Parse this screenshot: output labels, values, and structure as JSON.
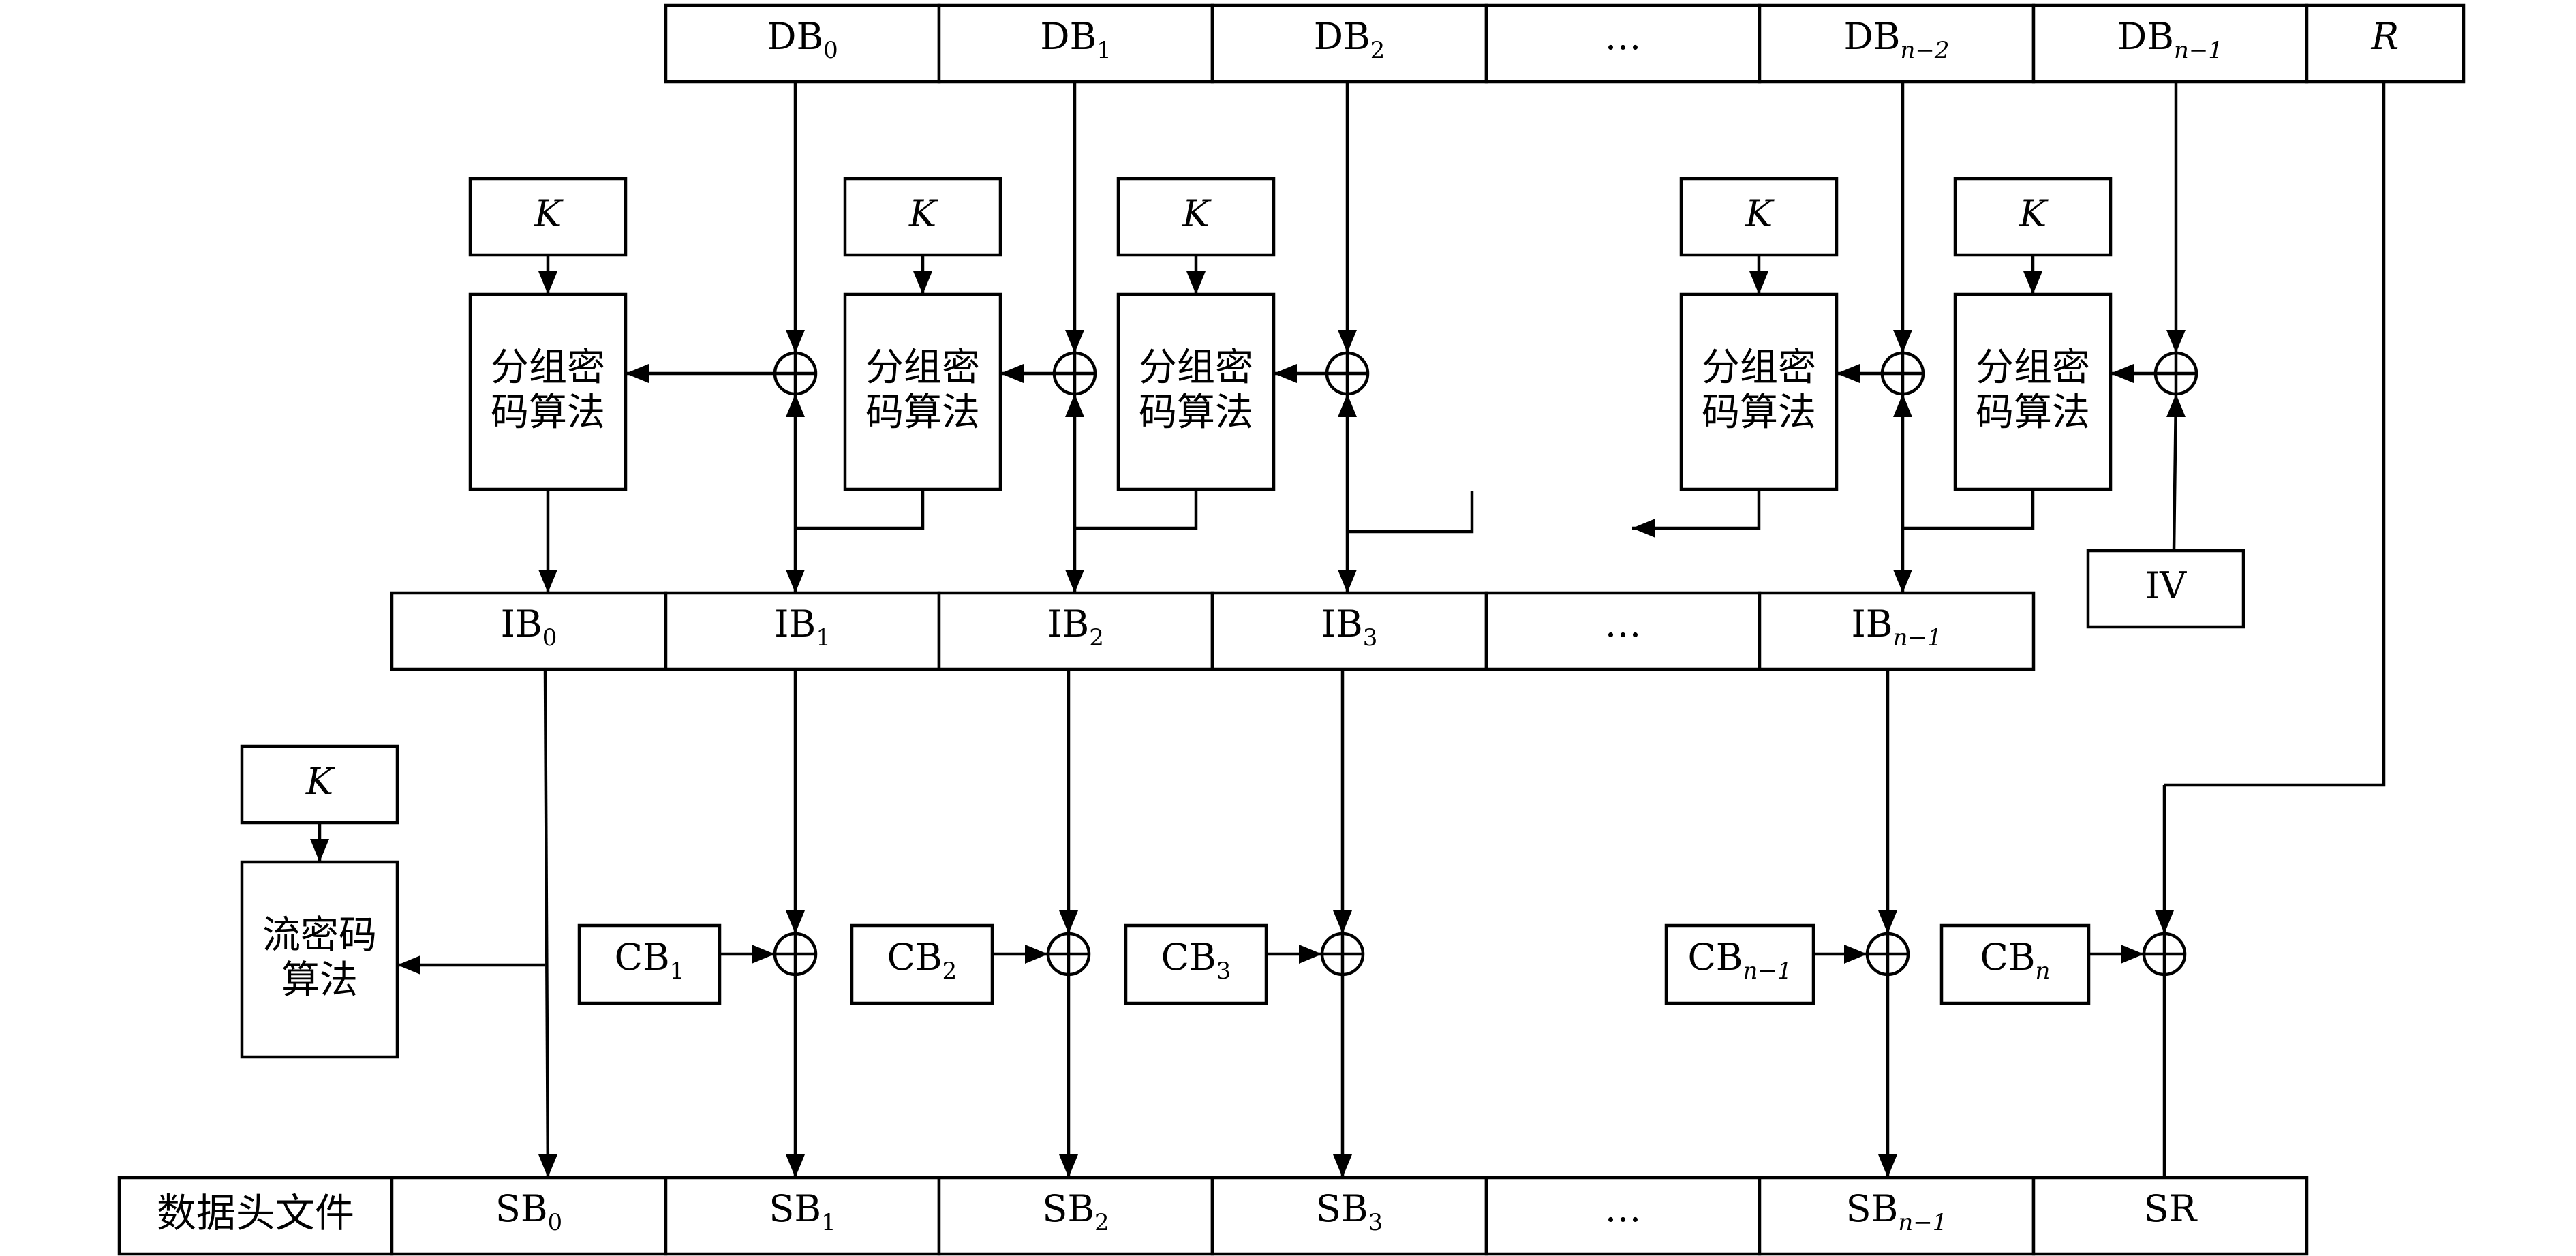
{
  "db_row": {
    "cells": [
      {
        "base": "DB",
        "sub": "0"
      },
      {
        "base": "DB",
        "sub": "1"
      },
      {
        "base": "DB",
        "sub": "2"
      },
      {
        "base": "…",
        "sub": ""
      },
      {
        "base": "DB",
        "sub": "n−2"
      },
      {
        "base": "DB",
        "sub": "n−1"
      },
      {
        "base": "R",
        "sub": ""
      }
    ]
  },
  "key_label": "K",
  "block_cipher_label": [
    "分组密",
    "码算法"
  ],
  "iv_label": "IV",
  "ib_row": {
    "cells": [
      {
        "base": "IB",
        "sub": "0"
      },
      {
        "base": "IB",
        "sub": "1"
      },
      {
        "base": "IB",
        "sub": "2"
      },
      {
        "base": "IB",
        "sub": "3"
      },
      {
        "base": "…",
        "sub": ""
      },
      {
        "base": "IB",
        "sub": "n−1"
      }
    ]
  },
  "stream_cipher_label": [
    "流密码",
    "算法"
  ],
  "cb_blocks": [
    {
      "base": "CB",
      "sub": "1"
    },
    {
      "base": "CB",
      "sub": "2"
    },
    {
      "base": "CB",
      "sub": "3"
    },
    {
      "base": "CB",
      "sub": "n−1"
    },
    {
      "base": "CB",
      "sub": "n"
    }
  ],
  "sb_row": {
    "header": "数据头文件",
    "cells": [
      {
        "base": "SB",
        "sub": "0"
      },
      {
        "base": "SB",
        "sub": "1"
      },
      {
        "base": "SB",
        "sub": "2"
      },
      {
        "base": "SB",
        "sub": "3"
      },
      {
        "base": "…",
        "sub": ""
      },
      {
        "base": "SB",
        "sub": "n−1"
      },
      {
        "base": "SR",
        "sub": ""
      }
    ]
  }
}
